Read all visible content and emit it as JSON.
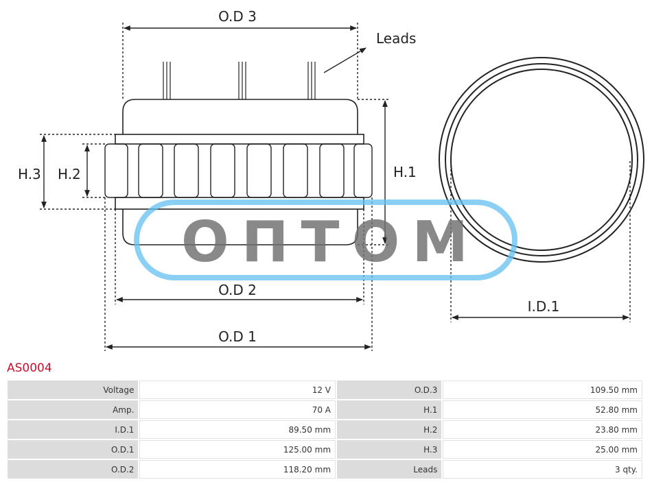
{
  "diagram": {
    "labels": {
      "od3": "O.D 3",
      "od2": "O.D 2",
      "od1": "O.D 1",
      "h1": "H.1",
      "h2": "H.2",
      "h3": "H.3",
      "id1": "I.D.1",
      "leads": "Leads"
    },
    "watermark": "ОПТОМ",
    "colors": {
      "line": "#222222",
      "watermark_ring": "#62c0f0",
      "watermark_text": "#6f6f6f"
    }
  },
  "part_number": "AS0004",
  "part_number_color": "#c8102e",
  "specs": [
    {
      "label_left": "Voltage",
      "value_left": "12 V",
      "label_right": "O.D.3",
      "value_right": "109.50 mm"
    },
    {
      "label_left": "Amp.",
      "value_left": "70 A",
      "label_right": "H.1",
      "value_right": "52.80 mm"
    },
    {
      "label_left": "I.D.1",
      "value_left": "89.50 mm",
      "label_right": "H.2",
      "value_right": "23.80 mm"
    },
    {
      "label_left": "O.D.1",
      "value_left": "125.00 mm",
      "label_right": "H.3",
      "value_right": "25.00 mm"
    },
    {
      "label_left": "O.D.2",
      "value_left": "118.20 mm",
      "label_right": "Leads",
      "value_right": "3 qty."
    }
  ]
}
